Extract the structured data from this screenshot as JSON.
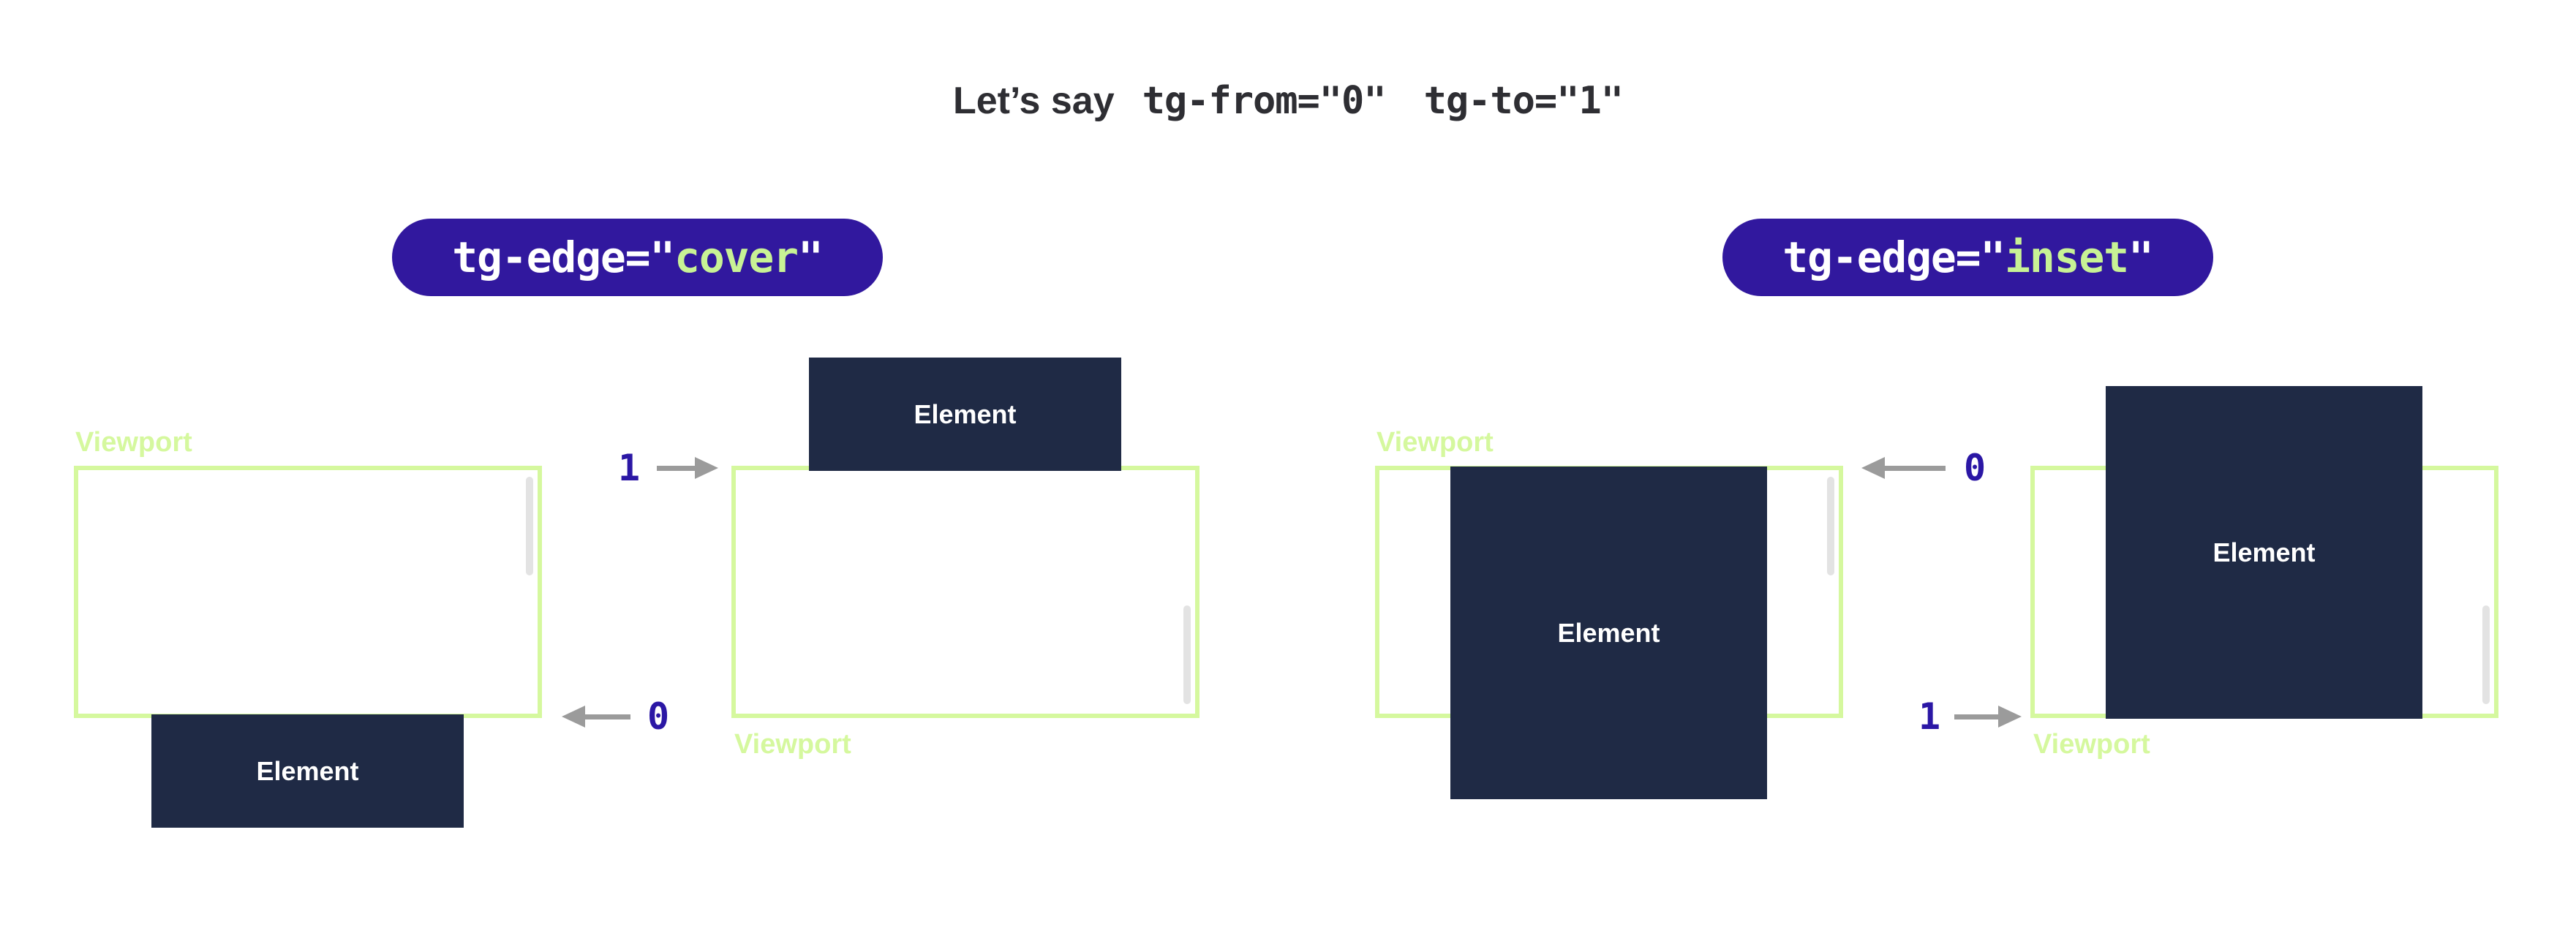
{
  "colors": {
    "background": "#ffffff",
    "title_text": "#2e2e33",
    "badge_bg": "#31189e",
    "badge_text": "#ffffff",
    "code_green": "#c8f295",
    "viewport_green": "#d5f89e",
    "element_navy": "#1f2a45",
    "element_text": "#ffffff",
    "marker_indigo": "#2b17a5",
    "arrow_gray": "#9b9b9b",
    "scrollbar_gray": "#e3e3e3"
  },
  "title": {
    "prefix": "Let’s say",
    "code_from": "tg-from=\"0\"",
    "code_to": "tg-to=\"1\""
  },
  "badges": [
    {
      "prefix": "tg-edge=\"",
      "value": "cover",
      "suffix": "\""
    },
    {
      "prefix": "tg-edge=\"",
      "value": "inset",
      "suffix": "\""
    }
  ],
  "diagrams": [
    {
      "id": "cover-start",
      "viewport_label": "Viewport",
      "element_label": "Element",
      "marker": "0"
    },
    {
      "id": "cover-end",
      "viewport_label": "Viewport",
      "element_label": "Element",
      "marker": "1"
    },
    {
      "id": "inset-start",
      "viewport_label": "Viewport",
      "element_label": "Element",
      "marker": "0"
    },
    {
      "id": "inset-end",
      "viewport_label": "Viewport",
      "element_label": "Element",
      "marker": "1"
    }
  ]
}
